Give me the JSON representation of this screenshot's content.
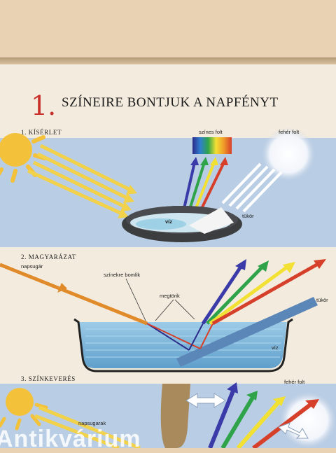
{
  "chapter": {
    "number": "1.",
    "title": "SZÍNEIRE BONTJUK A NAPFÉNYT"
  },
  "sections": {
    "experiment": {
      "label": "1. KÍSÉRLET",
      "colored_spot": "színes folt",
      "white_spot": "fehér folt",
      "water": "víz",
      "mirror": "tükör"
    },
    "explanation": {
      "label": "2. MAGYARÁZAT",
      "sunray": "napsugár",
      "splits_into_colors": "színekre bomlik",
      "refracts": "megtörik",
      "mirror": "tükör",
      "water": "víz"
    },
    "mixing": {
      "label": "3. SZÍNKEVERÉS",
      "white_spot": "fehér folt",
      "sunrays": "napsugarak"
    }
  },
  "watermark": "Antikvárium",
  "colors": {
    "red": "#c8302b",
    "sky_blue": "#b9cde4",
    "water_blue": "#8fc4e0",
    "spectrum": [
      "#3a3aa8",
      "#2f7fd0",
      "#2fa34a",
      "#f2e033",
      "#f09a2a",
      "#d6402a"
    ]
  }
}
